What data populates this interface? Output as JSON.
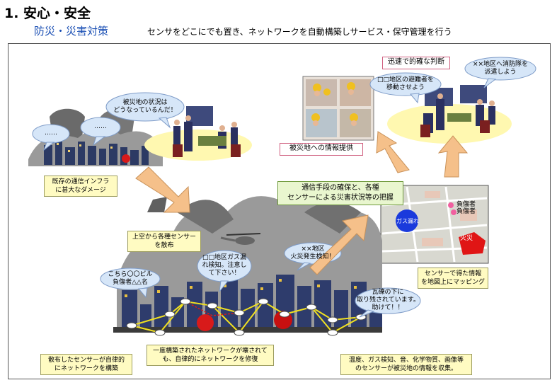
{
  "header": {
    "title": "1. 安心・安全",
    "subtitle": "防災・災害対策",
    "description": "センサをどこにでも置き、ネットワークを自動構築しサービス・保守管理を行う"
  },
  "bubbles": {
    "dots_left": "……",
    "dots_right": "……",
    "disaster_status": [
      "被災地の状況は",
      "どうなっているんだ！"
    ],
    "evacuees": [
      "□□地区の避難者を",
      "移動させよう"
    ],
    "fire_brigade": [
      "××地区へ消防隊を",
      "派遣しよう"
    ],
    "gas_leak": [
      "□□地区ガス漏",
      "れ検知。注意し",
      "て下さい！"
    ],
    "fire_detected": [
      "××地区",
      "火災発生検知！"
    ],
    "injured": [
      "こちら〇〇ビル",
      "負傷者△△名"
    ],
    "trapped": [
      "瓦礫の下に",
      "取り残されています。",
      "助けて！！"
    ]
  },
  "boxes": {
    "infra_damage": [
      "既存の通信インフラ",
      "に甚大なダメージ"
    ],
    "sensor_scatter": [
      "上空から各種センサー",
      "を散布"
    ],
    "self_network": [
      "散布したセンサーが自律的",
      "にネットワークを構築"
    ],
    "network_repair": [
      "一度構築されたネットワークが壊されて",
      "も、自律的にネットワークを修復"
    ],
    "sensor_collect": [
      "温度、ガス検知、音、化学物質、画像等",
      "のセンサーが被災地の情報を収集。"
    ],
    "comm_secure": [
      "通信手段の確保と、各種",
      "センサーによる災害状況等の把握"
    ],
    "map_mapping": [
      "センサーで得た情報",
      "を地図上にマッピング"
    ],
    "info_provide": "被災地への情報提供",
    "quick_judgment": "迅速で的確な判断"
  },
  "map": {
    "injured_label": "負傷者",
    "injured_label2": "負傷者",
    "fire_label": "火災",
    "gas_label": "ガス漏れ"
  },
  "colors": {
    "subtitle": "#1a4fb4",
    "arrow": "#f5c08a",
    "yellow_box": "#fffbc2",
    "green_box": "#e9f6cf",
    "bubble": "#d6e6f8",
    "fire": "#d81a1a"
  }
}
